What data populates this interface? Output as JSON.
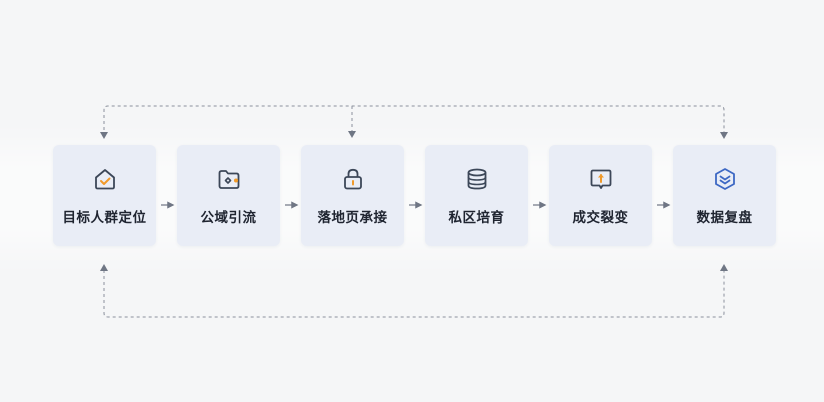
{
  "steps": [
    {
      "label": "目标人群定位",
      "icon": "house-check-icon"
    },
    {
      "label": "公域引流",
      "icon": "folder-target-icon"
    },
    {
      "label": "落地页承接",
      "icon": "lock-icon"
    },
    {
      "label": "私区培育",
      "icon": "database-icon"
    },
    {
      "label": "成交裂变",
      "icon": "arrow-up-box-icon"
    },
    {
      "label": "数据复盘",
      "icon": "layers-chevron-icon"
    }
  ],
  "colors": {
    "card": "#e9edf6",
    "icon_stroke": "#3c4758",
    "accent_orange": "#f09a2a",
    "connector": "#7b8290"
  }
}
